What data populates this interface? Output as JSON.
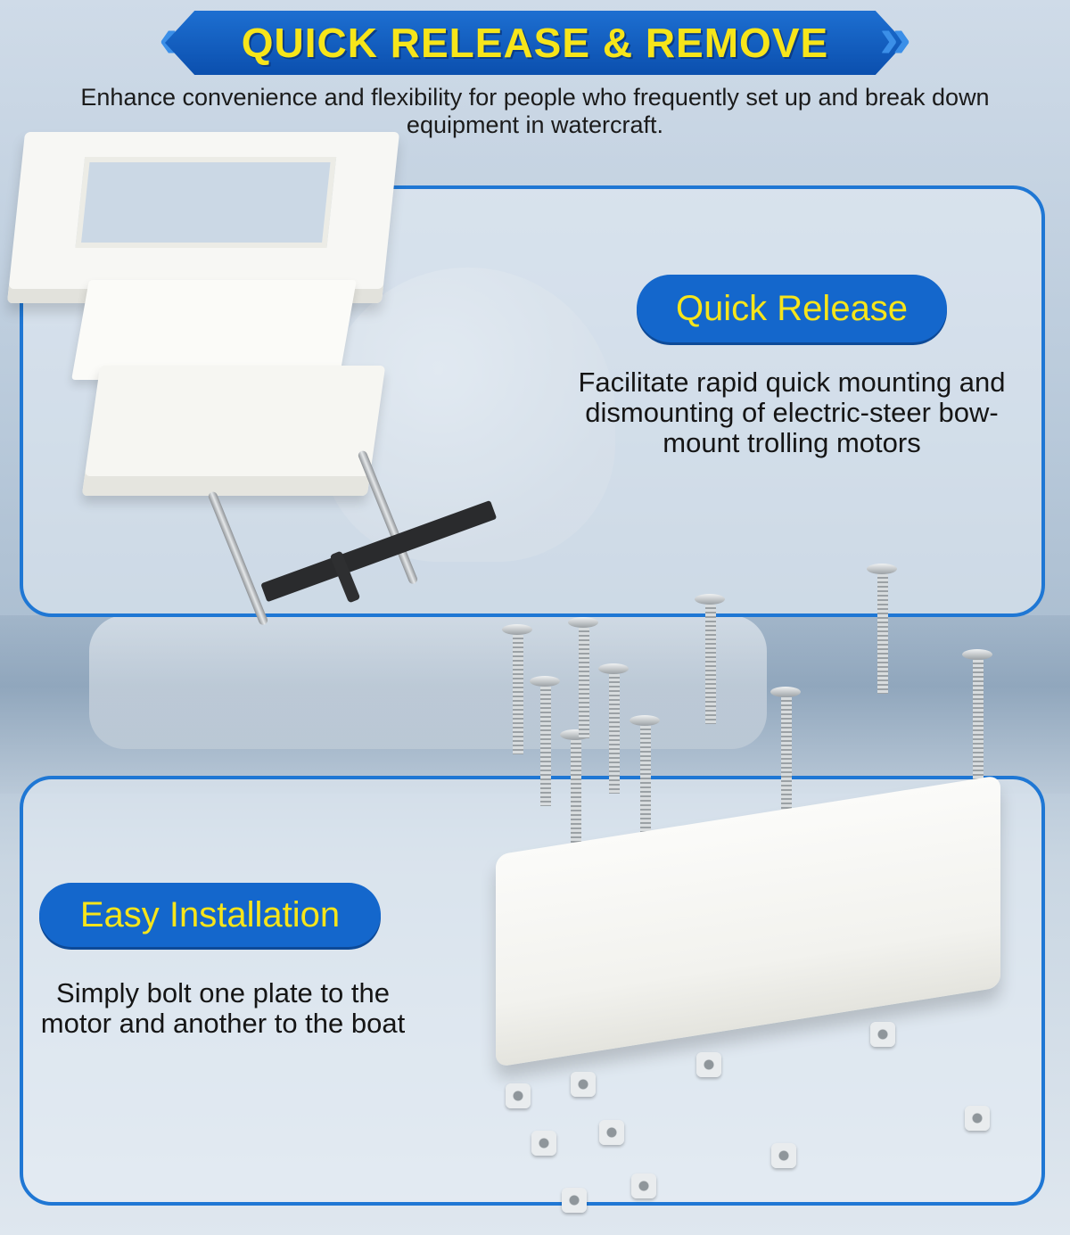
{
  "banner": {
    "title": "QUICK RELEASE & REMOVE",
    "left_icon": "double-chevron-left",
    "right_icon": "double-chevron-right",
    "accent_color": "#0b4fae",
    "title_color": "#f7e51a"
  },
  "subtitle": "Enhance convenience and flexibility for people who frequently set up and break down equipment in watercraft.",
  "quick_release": {
    "label": "Quick Release",
    "description": "Facilitate rapid quick mounting and dismounting of electric-steer bow-mount trolling motors"
  },
  "easy_installation": {
    "label": "Easy Installation",
    "description": "Simply bolt one plate to the motor and another to the boat"
  }
}
